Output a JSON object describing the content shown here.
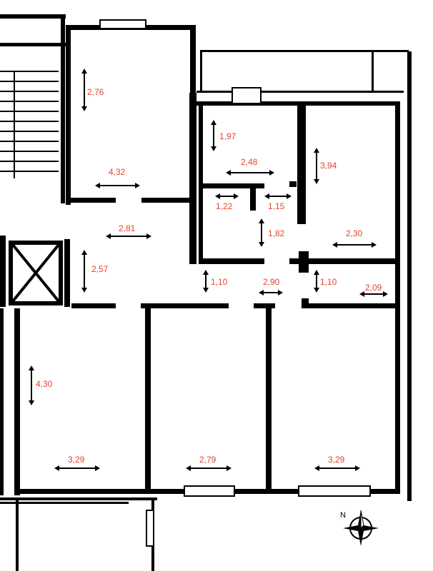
{
  "dimensions": [
    {
      "id": "top-room-height",
      "label": "2,76"
    },
    {
      "id": "top-room-width",
      "label": "4,32"
    },
    {
      "id": "hall-width",
      "label": "2,81"
    },
    {
      "id": "landing-depth",
      "label": "2,57"
    },
    {
      "id": "bath-height",
      "label": "1,97"
    },
    {
      "id": "bath-width",
      "label": "2,48"
    },
    {
      "id": "wc-left-width",
      "label": "1,22"
    },
    {
      "id": "wc-right-width",
      "label": "1,15"
    },
    {
      "id": "inner-hall-depth",
      "label": "1,82"
    },
    {
      "id": "bedroom-ne-height",
      "label": "3,94"
    },
    {
      "id": "bedroom-ne-width",
      "label": "2,30"
    },
    {
      "id": "corridor-depth-left",
      "label": "1,10"
    },
    {
      "id": "corridor-width",
      "label": "2,90"
    },
    {
      "id": "corridor-depth-right",
      "label": "1,10"
    },
    {
      "id": "storage-width",
      "label": "2,09"
    },
    {
      "id": "room-sw-height",
      "label": "4,30"
    },
    {
      "id": "room-sw-width",
      "label": "3,29"
    },
    {
      "id": "room-s-width",
      "label": "2,79"
    },
    {
      "id": "room-se-width",
      "label": "3,29"
    }
  ],
  "compass": {
    "north_label": "N"
  },
  "colors": {
    "dimension": "#e8432c",
    "wall": "#000000"
  }
}
